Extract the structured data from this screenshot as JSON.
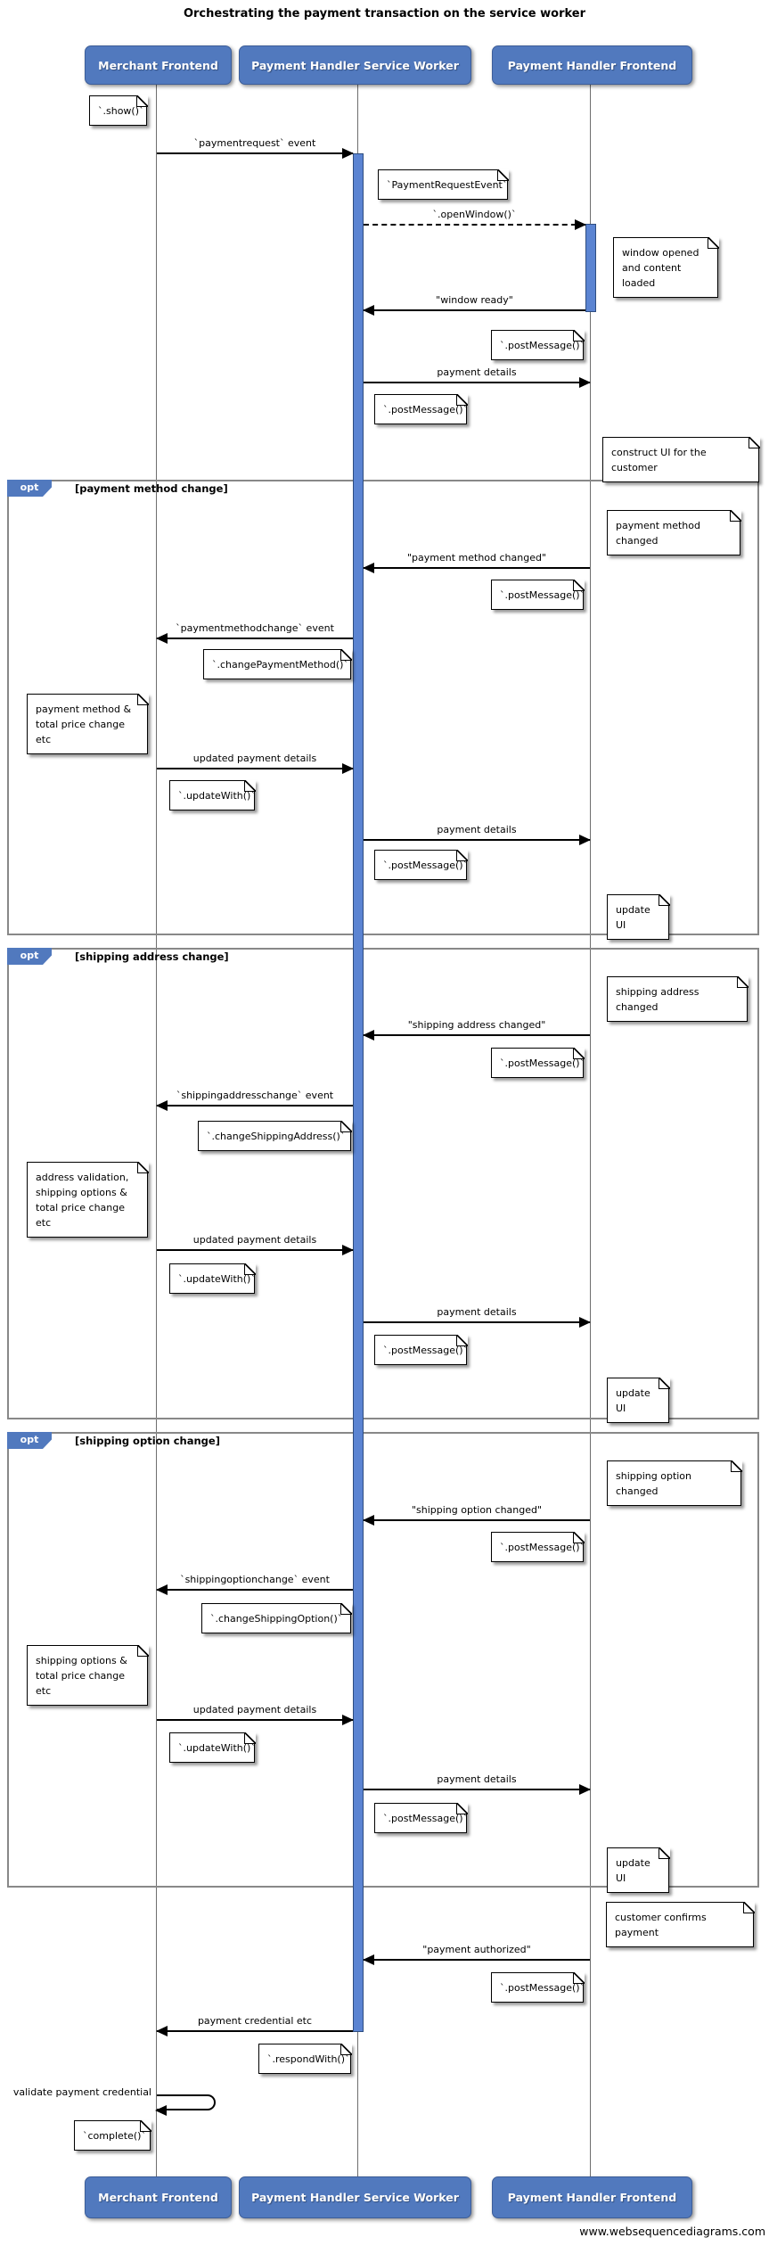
{
  "diagram": {
    "title": "Orchestrating the payment transaction on the service worker",
    "watermark": "www.websequencediagrams.com"
  },
  "colors": {
    "actor_blue": "#5179BE",
    "activation_blue": "#5B84D2",
    "frame_border_gray": "#888888",
    "note_background": "#ffffff"
  },
  "actors": [
    {
      "label": "Merchant Frontend"
    },
    {
      "label": "Payment Handler Service Worker"
    },
    {
      "label": "Payment Handler Frontend"
    }
  ],
  "frames": [
    {
      "keyword": "opt",
      "condition": "[payment method change]"
    },
    {
      "keyword": "opt",
      "condition": "[shipping address change]"
    },
    {
      "keyword": "opt",
      "condition": "[shipping option change]"
    }
  ],
  "messages": [
    {
      "label": "`paymentrequest` event"
    },
    {
      "label": "`.openWindow()`"
    },
    {
      "label": "\"window ready\""
    },
    {
      "label": "payment details"
    },
    {
      "label": "\"payment method changed\""
    },
    {
      "label": "`paymentmethodchange` event"
    },
    {
      "label": "updated payment details"
    },
    {
      "label": "payment details"
    },
    {
      "label": "\"shipping address changed\""
    },
    {
      "label": "`shippingaddresschange` event"
    },
    {
      "label": "updated payment details"
    },
    {
      "label": "payment details"
    },
    {
      "label": "\"shipping option changed\""
    },
    {
      "label": "`shippingoptionchange` event"
    },
    {
      "label": "updated payment details"
    },
    {
      "label": "payment details"
    },
    {
      "label": "\"payment authorized\""
    },
    {
      "label": "payment credential etc"
    }
  ],
  "self_message": {
    "label": "validate payment credential"
  },
  "notes": [
    {
      "text": "`.show()`"
    },
    {
      "text": "`PaymentRequestEvent`"
    },
    {
      "text": "window opened\nand content loaded"
    },
    {
      "text": "`.postMessage()`"
    },
    {
      "text": "`.postMessage()`"
    },
    {
      "text": "construct UI for the customer"
    },
    {
      "text": "payment method changed"
    },
    {
      "text": "`.postMessage()`"
    },
    {
      "text": "`.changePaymentMethod()`"
    },
    {
      "text": "payment method &\ntotal price change etc"
    },
    {
      "text": "`.updateWith()`"
    },
    {
      "text": "`.postMessage()`"
    },
    {
      "text": "update UI"
    },
    {
      "text": "shipping address changed"
    },
    {
      "text": "`.postMessage()`"
    },
    {
      "text": "`.changeShippingAddress()`"
    },
    {
      "text": "address validation,\nshipping options &\ntotal price change etc"
    },
    {
      "text": "`.updateWith()`"
    },
    {
      "text": "`.postMessage()`"
    },
    {
      "text": "update UI"
    },
    {
      "text": "shipping option changed"
    },
    {
      "text": "`.postMessage()`"
    },
    {
      "text": "`.changeShippingOption()`"
    },
    {
      "text": "shipping options &\ntotal price change etc"
    },
    {
      "text": "`.updateWith()`"
    },
    {
      "text": "`.postMessage()`"
    },
    {
      "text": "update UI"
    },
    {
      "text": "customer confirms payment"
    },
    {
      "text": "`.postMessage()`"
    },
    {
      "text": "`.respondWith()`"
    },
    {
      "text": "`complete()`"
    }
  ]
}
